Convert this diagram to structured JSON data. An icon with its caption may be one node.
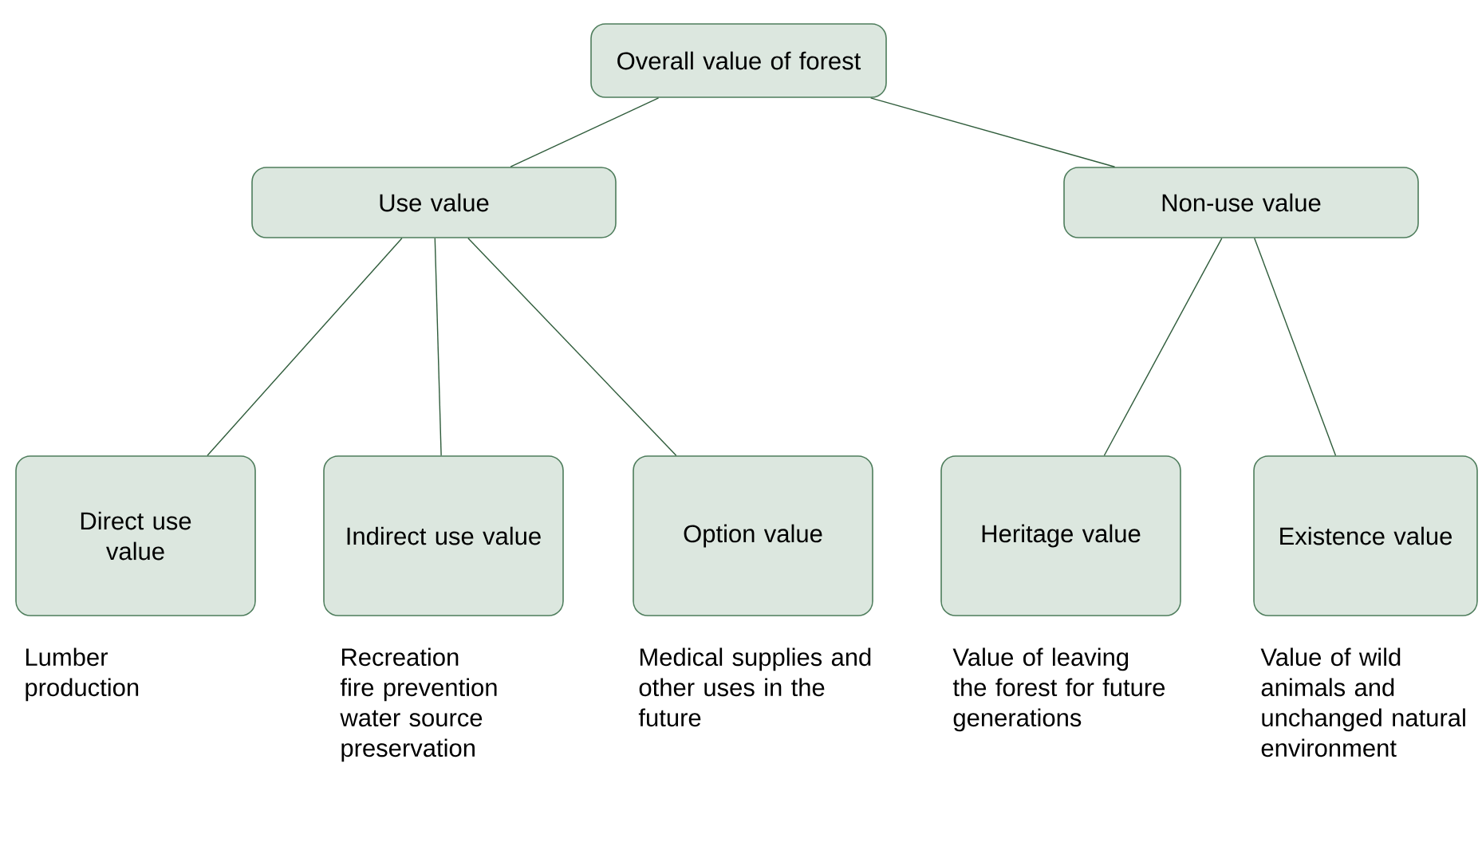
{
  "diagram": {
    "nodes": [
      {
        "text": [
          "Overall value of forest"
        ]
      },
      {
        "text": [
          "Use value"
        ]
      },
      {
        "text": [
          "Non-use value"
        ]
      },
      {
        "text": [
          "Direct use value"
        ],
        "beside": [
          "Lumber production"
        ]
      },
      {
        "text": [
          "Indirect use value"
        ],
        "beside": [
          "Recreation fire prevention water source preservation"
        ]
      },
      {
        "text": [
          "Option value"
        ],
        "beside": [
          "Medical supplies and other uses in the future"
        ]
      },
      {
        "text": [
          "Heritage value"
        ],
        "beside": [
          "Value of leaving the forest for future generations"
        ]
      },
      {
        "text": [
          "Existence value"
        ],
        "beside": [
          "Value of wild animals and unchanged natural environment"
        ]
      }
    ],
    "edges": [
      {
        "from": 0,
        "to": 1,
        "arrow": "none"
      },
      {
        "from": 0,
        "to": 2,
        "arrow": "none"
      },
      {
        "from": 1,
        "to": 3,
        "arrow": "none"
      },
      {
        "from": 1,
        "to": 4,
        "arrow": "none"
      },
      {
        "from": 1,
        "to": 5,
        "arrow": "none"
      },
      {
        "from": 2,
        "to": 6,
        "arrow": "none"
      },
      {
        "from": 2,
        "to": 7,
        "arrow": "none"
      }
    ]
  }
}
